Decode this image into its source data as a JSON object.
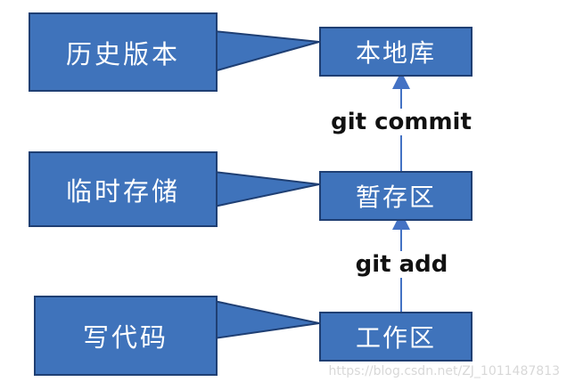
{
  "diagram": {
    "callouts": [
      {
        "id": "history",
        "label": "历史版本"
      },
      {
        "id": "temp",
        "label": "临时存储"
      },
      {
        "id": "write",
        "label": "写代码"
      }
    ],
    "stages": [
      {
        "id": "repo",
        "label": "本地库"
      },
      {
        "id": "stage",
        "label": "暂存区"
      },
      {
        "id": "work",
        "label": "工作区"
      }
    ],
    "edges": [
      {
        "from": "work",
        "to": "stage",
        "label": "git add"
      },
      {
        "from": "stage",
        "to": "repo",
        "label": "git commit"
      }
    ],
    "colors": {
      "box_fill": "#3f73bb",
      "box_border": "#1f3f73",
      "arrow": "#4472c4",
      "text_on_box": "#ffffff"
    }
  },
  "watermark": "https://blog.csdn.net/ZJ_1011487813"
}
